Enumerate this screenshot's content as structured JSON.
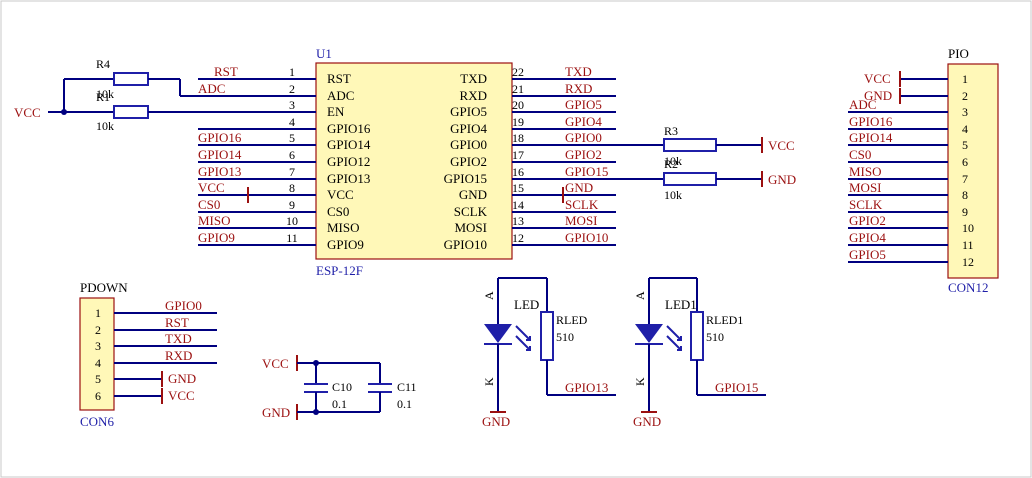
{
  "u1": {
    "designator": "U1",
    "part": "ESP-12F",
    "left_pins": [
      {
        "num": "1",
        "name": "RST",
        "net": "RST"
      },
      {
        "num": "2",
        "name": "ADC",
        "net": "ADC"
      },
      {
        "num": "3",
        "name": "EN",
        "net": ""
      },
      {
        "num": "4",
        "name": "GPIO16",
        "net": ""
      },
      {
        "num": "5",
        "name": "GPIO14",
        "net": "GPIO16"
      },
      {
        "num": "6",
        "name": "GPIO12",
        "net": "GPIO14"
      },
      {
        "num": "7",
        "name": "GPIO13",
        "net": "GPIO13"
      },
      {
        "num": "8",
        "name": "VCC",
        "net": "VCC"
      },
      {
        "num": "9",
        "name": "CS0",
        "net": "CS0"
      },
      {
        "num": "10",
        "name": "MISO",
        "net": "MISO"
      },
      {
        "num": "11",
        "name": "GPIO9",
        "net": "GPIO9"
      }
    ],
    "right_pins": [
      {
        "num": "22",
        "name": "TXD",
        "net": "TXD"
      },
      {
        "num": "21",
        "name": "RXD",
        "net": "RXD"
      },
      {
        "num": "20",
        "name": "GPIO5",
        "net": "GPIO5"
      },
      {
        "num": "19",
        "name": "GPIO4",
        "net": "GPIO4"
      },
      {
        "num": "18",
        "name": "GPIO0",
        "net": "GPIO0"
      },
      {
        "num": "17",
        "name": "GPIO2",
        "net": "GPIO2"
      },
      {
        "num": "16",
        "name": "GPIO15",
        "net": "GPIO15"
      },
      {
        "num": "15",
        "name": "GND",
        "net": "GND"
      },
      {
        "num": "14",
        "name": "SCLK",
        "net": "SCLK"
      },
      {
        "num": "13",
        "name": "MOSI",
        "net": "MOSI"
      },
      {
        "num": "12",
        "name": "GPIO10",
        "net": "GPIO10"
      }
    ]
  },
  "resistors": {
    "r4": {
      "ref": "R4",
      "value": "10k"
    },
    "r1": {
      "ref": "R1",
      "value": "10k"
    },
    "r3": {
      "ref": "R3",
      "value": "10k"
    },
    "r2": {
      "ref": "R2",
      "value": "10k"
    },
    "rled": {
      "ref": "RLED",
      "value": "510"
    },
    "rled1": {
      "ref": "RLED1",
      "value": "510"
    }
  },
  "power": {
    "vcc": "VCC",
    "gnd": "GND"
  },
  "pio": {
    "title": "PIO",
    "part": "CON12",
    "pins": [
      {
        "num": "1",
        "net": "VCC"
      },
      {
        "num": "2",
        "net": "GND"
      },
      {
        "num": "3",
        "net": "ADC"
      },
      {
        "num": "4",
        "net": "GPIO16"
      },
      {
        "num": "5",
        "net": "GPIO14"
      },
      {
        "num": "6",
        "net": "CS0"
      },
      {
        "num": "7",
        "net": "MISO"
      },
      {
        "num": "8",
        "net": "MOSI"
      },
      {
        "num": "9",
        "net": "SCLK"
      },
      {
        "num": "10",
        "net": "GPIO2"
      },
      {
        "num": "11",
        "net": "GPIO4"
      },
      {
        "num": "12",
        "net": "GPIO5"
      }
    ]
  },
  "pdown": {
    "title": "PDOWN",
    "part": "CON6",
    "pins": [
      {
        "num": "1",
        "net": "GPIO0"
      },
      {
        "num": "2",
        "net": "RST"
      },
      {
        "num": "3",
        "net": "TXD"
      },
      {
        "num": "4",
        "net": "RXD"
      },
      {
        "num": "5",
        "net": "GND"
      },
      {
        "num": "6",
        "net": "VCC"
      }
    ]
  },
  "caps": {
    "c10": {
      "ref": "C10",
      "value": "0.1"
    },
    "c11": {
      "ref": "C11",
      "value": "0.1"
    }
  },
  "leds": {
    "led": {
      "ref": "LED",
      "anode": "A",
      "cathode": "K",
      "gpio": "GPIO13"
    },
    "led1": {
      "ref": "LED1",
      "anode": "A",
      "cathode": "K",
      "gpio": "GPIO15"
    }
  }
}
